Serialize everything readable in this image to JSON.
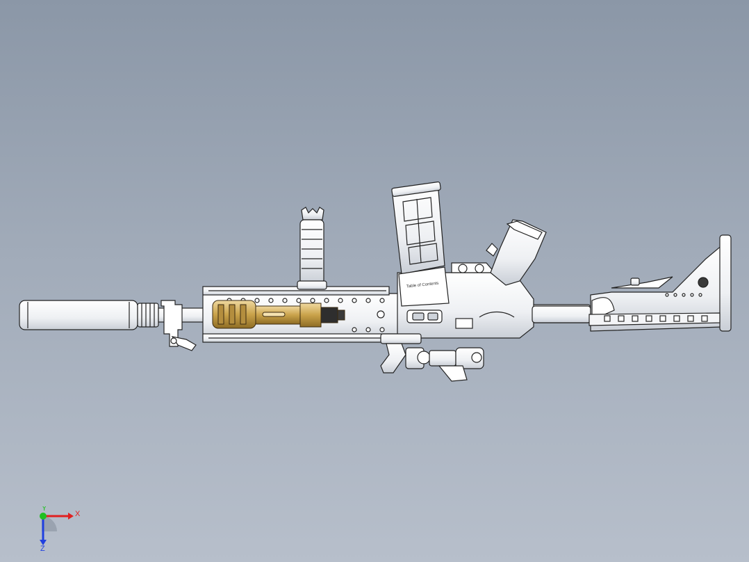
{
  "viewport": {
    "background_top": "#8b97a7",
    "background_bottom": "#b7bfcb"
  },
  "model": {
    "primary_color": "#ffffff",
    "accent_color": "#c9a24a",
    "dark_part_color": "#3a3a3a",
    "magazine_label": "Table of Contents"
  },
  "triad": {
    "x_label": "X",
    "y_label": "Y",
    "z_label": "Z",
    "x_color": "#e02020",
    "y_color": "#20c020",
    "z_color": "#2040e0"
  }
}
